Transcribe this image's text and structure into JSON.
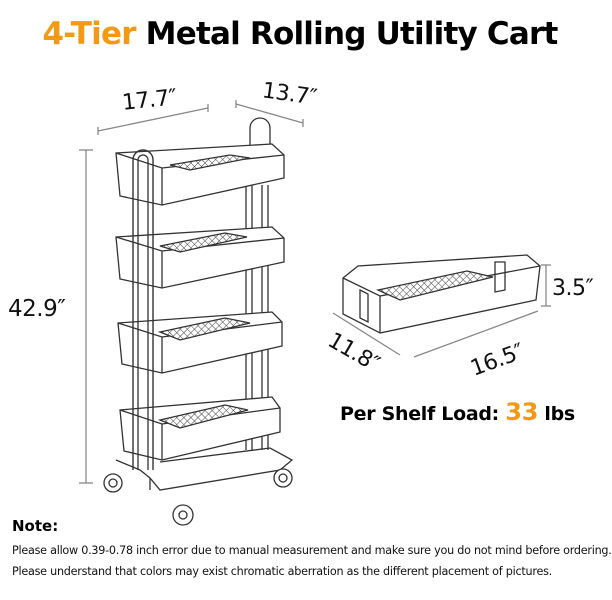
{
  "title": {
    "accent": "4-Tier",
    "rest": " Metal Rolling Utility Cart",
    "accent_color": "#f39a12"
  },
  "cart_dimensions": {
    "width": "17.7″",
    "depth": "13.7″",
    "height": "42.9″"
  },
  "shelf_dimensions": {
    "length": "16.5″",
    "width": "11.8″",
    "height": "3.5″"
  },
  "load": {
    "label": "Per Shelf Load: ",
    "value": "33",
    "unit": " lbs"
  },
  "note": {
    "title": "Note:",
    "lines": [
      "Please allow 0.39-0.78 inch error due to manual measurement and make sure you do not mind before ordering.",
      "Please understand that colors may exist chromatic aberration as the different placement of pictures."
    ]
  }
}
